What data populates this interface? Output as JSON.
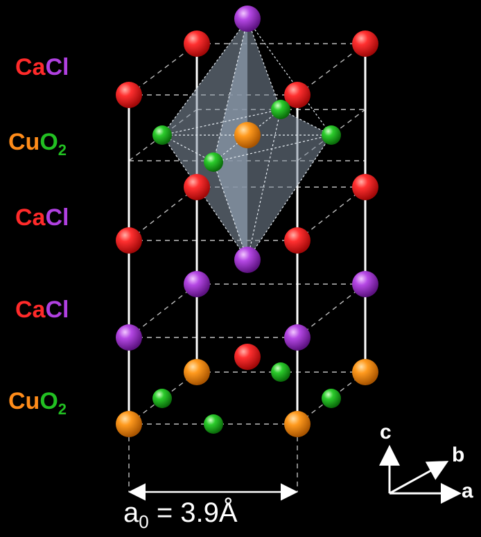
{
  "layers": [
    {
      "part1": "Ca",
      "part2": "Cl",
      "colors": [
        "#ff2a2a",
        "#b040e0"
      ]
    },
    {
      "part1": "Cu",
      "part2": "O",
      "sub": "2",
      "colors": [
        "#ff8c1a",
        "#22c022"
      ]
    },
    {
      "part1": "Ca",
      "part2": "Cl",
      "colors": [
        "#ff2a2a",
        "#b040e0"
      ]
    },
    {
      "part1": "Ca",
      "part2": "Cl",
      "colors": [
        "#ff2a2a",
        "#b040e0"
      ]
    },
    {
      "part1": "Cu",
      "part2": "O",
      "sub": "2",
      "colors": [
        "#ff8c1a",
        "#22c022"
      ]
    }
  ],
  "dimension": {
    "symbol": "a",
    "subscript": "0",
    "value": " = 3.9Å"
  },
  "axes": {
    "c": "c",
    "b": "b",
    "a": "a"
  },
  "atom_colors": {
    "Ca": "#e8161a",
    "Cl": "#a03ad0",
    "Cu": "#f08a12",
    "O": "#1aa81a"
  }
}
